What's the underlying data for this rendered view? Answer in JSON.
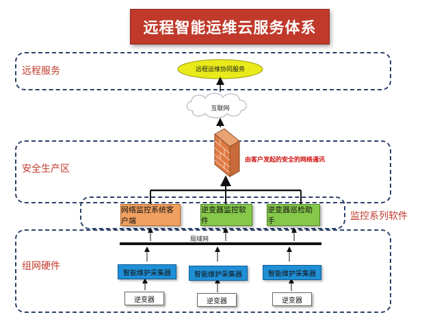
{
  "title": "远程智能运维云服务体系",
  "zones": {
    "remote": "远程服务",
    "safe_production": "安全生产区",
    "monitoring_software": "监控系列软件",
    "network_hardware": "组网硬件"
  },
  "nodes": {
    "remote_platform": "远程运维协同服务",
    "internet": "互联网",
    "firewall_note": "由客户发起的安全的网络通讯",
    "lan": "局域网"
  },
  "software": [
    {
      "label": "网络监控系统客户端",
      "color": "#f0a060",
      "border": "#c06a2a"
    },
    {
      "label": "逆变器监控软件",
      "color": "#86c84a",
      "border": "#4e8a22"
    },
    {
      "label": "逆变器巡检助手",
      "color": "#86c84a",
      "border": "#4e8a22"
    }
  ],
  "collectors": [
    "智能维护采集器",
    "智能维护采集器",
    "智能维护采集器"
  ],
  "inverters": [
    "逆变器",
    "逆变器",
    "逆变器"
  ],
  "colors": {
    "title_bg": "#c0392b",
    "zone_border": "#2a3f66",
    "zone_label": "#c0392b",
    "ellipse": "#e8ea1a",
    "collector": "#1f8fd6"
  }
}
